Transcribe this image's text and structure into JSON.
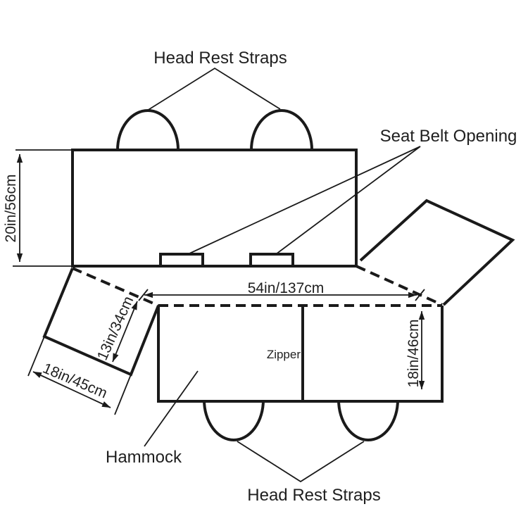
{
  "labels": {
    "head_rest_straps_top": "Head Rest Straps",
    "seat_belt_opening": "Seat Belt Opening",
    "zipper": "Zipper",
    "hammock": "Hammock",
    "head_rest_straps_bottom": "Head Rest Straps"
  },
  "dimensions": {
    "back_panel_height": "20in/56cm",
    "hammock_width": "54in/137cm",
    "side_flap_depth": "13in/34cm",
    "side_flap_length": "18in/45cm",
    "seat_panel_height": "18in/46cm"
  },
  "colors": {
    "line": "#1a1a1a",
    "background": "#ffffff",
    "text": "#1f1f1f"
  }
}
